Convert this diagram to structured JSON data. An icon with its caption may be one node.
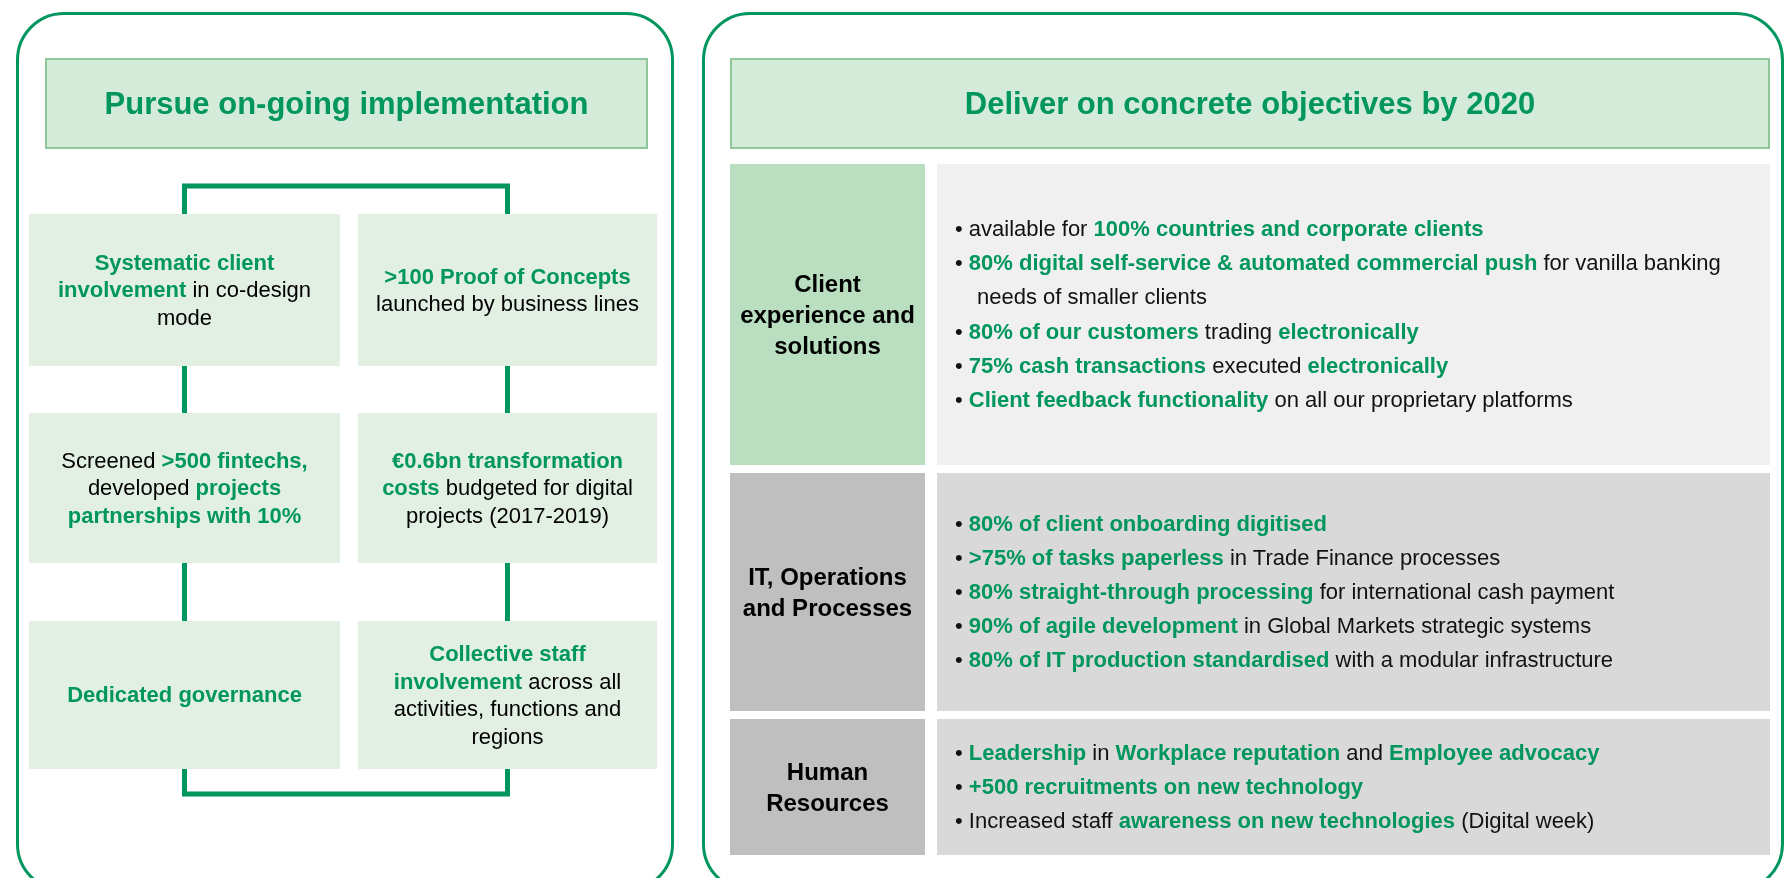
{
  "diagram": {
    "nodes": [
      {
        "text": [],
        "shape": "box"
      },
      {
        "text": [
          "Pursue on-going implementation"
        ],
        "in": 0
      },
      {
        "text": [
          "**Systematic client involvement** in co-design mode"
        ],
        "in": 0
      },
      {
        "text": [
          "**>100 Proof of Concepts** launched by business lines"
        ],
        "in": 0
      },
      {
        "text": [
          "Screened **>500 fintechs,** developed **projects partnerships with 10%**"
        ],
        "in": 0
      },
      {
        "text": [
          "**€0.6bn transformation costs** budgeted for digital projects (2017-2019)"
        ],
        "in": 0
      },
      {
        "text": [
          "Dedicated governance"
        ],
        "in": 0
      },
      {
        "text": [
          "**Collective staff involvement** across all activities, functions and regions"
        ],
        "in": 0
      },
      {
        "text": [],
        "shape": "box"
      },
      {
        "text": [
          "Deliver on concrete objectives by 2020"
        ],
        "in": 8
      },
      {
        "text": [
          "Client experience and solutions"
        ],
        "in": 8
      },
      {
        "text": [
          "• available for **100% countries and corporate clients**",
          "• **80% digital self-service & automated commercial push** for vanilla banking needs of smaller clients",
          "• **80% of our customers** trading **electronically**",
          "• **75% cash transactions** executed **electronically**",
          "• **Client feedback functionality** on all our proprietary platforms"
        ],
        "in": 8
      },
      {
        "text": [
          "IT, Operations and Processes"
        ],
        "in": 8
      },
      {
        "text": [
          "• **80% of client onboarding digitised**",
          "• **>75% of tasks paperless** in Trade Finance processes",
          "• **80% straight-through processing** for international cash payment",
          "• **90% of agile development** in Global Markets strategic systems",
          "• **80% of IT production standardised** with a modular infrastructure"
        ],
        "in": 8
      },
      {
        "text": [
          "Human Resources"
        ],
        "in": 8
      },
      {
        "text": [
          "• **Leadership** in **Workplace reputation** and **Employee advocacy**",
          "• **+500 recruitments on new technology**",
          "• Increased staff **awareness on new technologies** (Digital week)"
        ],
        "in": 8
      }
    ],
    "edges": [
      {
        "from": 2,
        "to": 3,
        "arrow": "none"
      },
      {
        "from": 2,
        "to": 4,
        "arrow": "none"
      },
      {
        "from": 4,
        "to": 6,
        "arrow": "none"
      },
      {
        "from": 3,
        "to": 5,
        "arrow": "none"
      },
      {
        "from": 5,
        "to": 7,
        "arrow": "none"
      },
      {
        "from": 6,
        "to": 7,
        "arrow": "none"
      }
    ]
  }
}
